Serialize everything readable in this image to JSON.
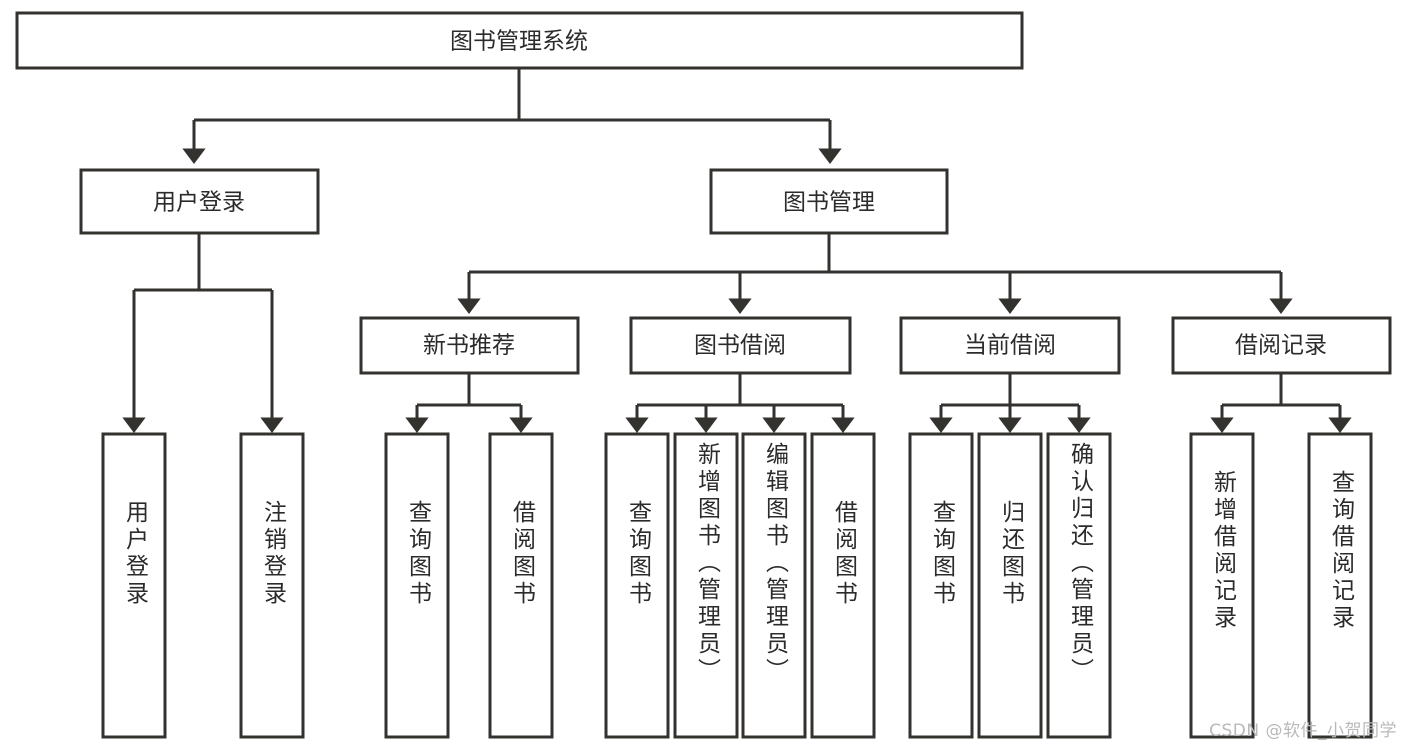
{
  "diagram": {
    "title": "图书管理系统",
    "type": "tree",
    "colors": {
      "background": "#ffffff",
      "stroke": "#33322f",
      "text": "#2b2b2b",
      "watermark": "#b9b9b9"
    },
    "root": {
      "label": "图书管理系统"
    },
    "level2": [
      {
        "label": "用户登录"
      },
      {
        "label": "图书管理"
      }
    ],
    "level3": [
      {
        "label": "新书推荐"
      },
      {
        "label": "图书借阅"
      },
      {
        "label": "当前借阅"
      },
      {
        "label": "借阅记录"
      }
    ],
    "leaves": [
      {
        "label": "用户登录"
      },
      {
        "label": "注销登录"
      },
      {
        "label": "查询图书"
      },
      {
        "label": "借阅图书"
      },
      {
        "label": "查询图书"
      },
      {
        "label": "新增图书（管理员）"
      },
      {
        "label": "编辑图书（管理员）"
      },
      {
        "label": "借阅图书"
      },
      {
        "label": "查询图书"
      },
      {
        "label": "归还图书"
      },
      {
        "label": "确认归还（管理员）"
      },
      {
        "label": "新增借阅记录"
      },
      {
        "label": "查询借阅记录"
      }
    ]
  },
  "watermark": {
    "text": "CSDN @软件_小贺同学"
  }
}
